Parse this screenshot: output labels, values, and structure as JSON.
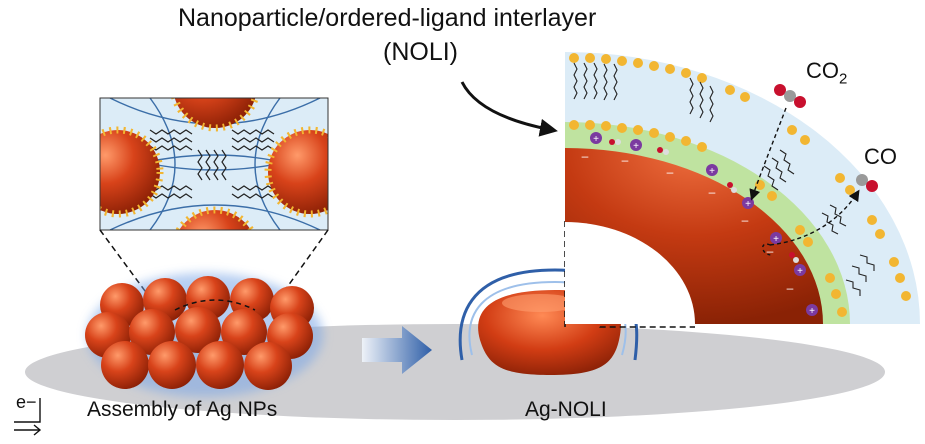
{
  "title": {
    "line1": "Nanoparticle/ordered-ligand interlayer",
    "line2": "(NOLI)"
  },
  "labels": {
    "assembly": "Assembly of Ag NPs",
    "ag_noli": "Ag-NOLI",
    "electron": "e−",
    "co2_main": "CO",
    "co2_sub": "2",
    "co": "CO"
  },
  "colors": {
    "silver_core": "#c43a12",
    "ligand_head": "#f2b632",
    "electrolyte": "#bfe3a0",
    "shell": "#dcecf7",
    "arrow": "#2f5fa8",
    "substrate": "#cfcfd2",
    "cation": "#7b3aa0"
  },
  "icons": {
    "process_arrow": "right-arrow-icon",
    "electron_flow": "electron-arrow-icon"
  }
}
